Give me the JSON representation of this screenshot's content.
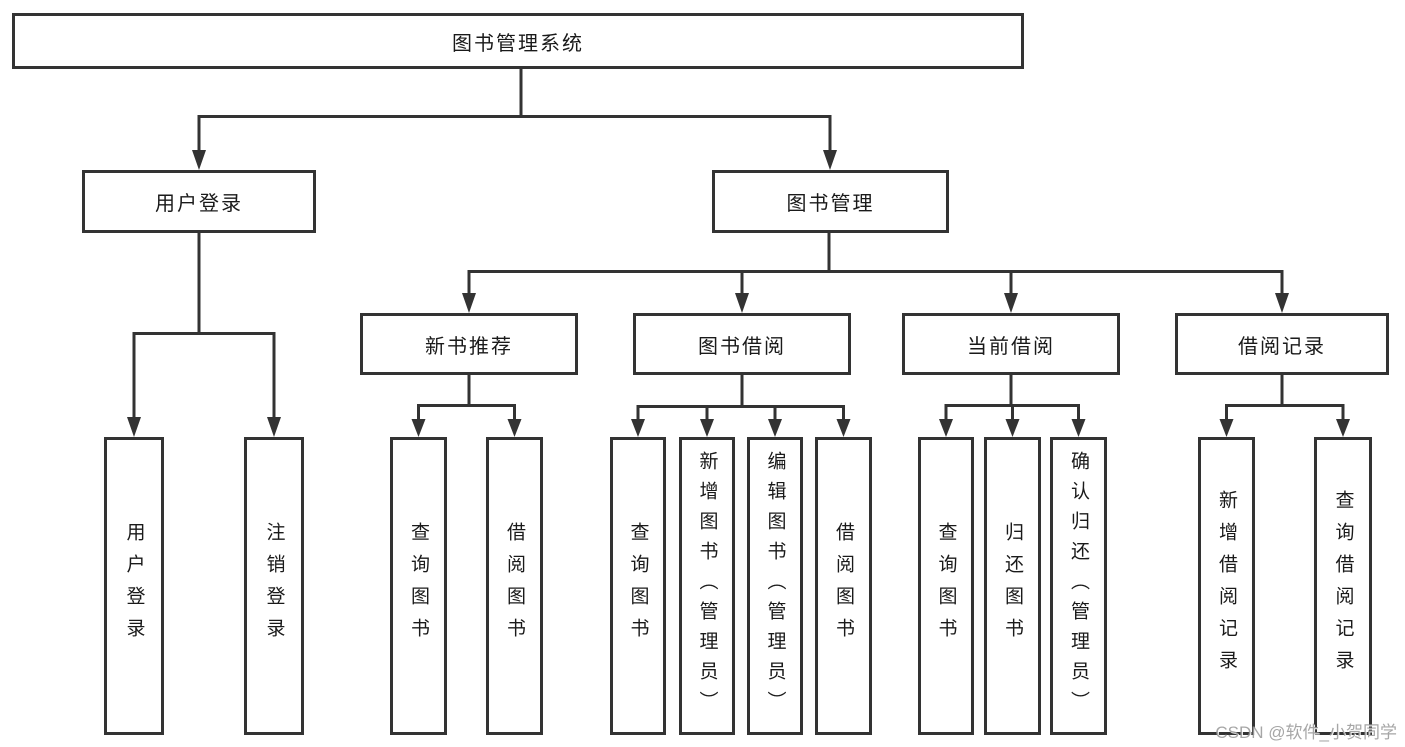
{
  "colors": {
    "line": "#333333",
    "box_border": "#333333",
    "text": "#1a1a1a",
    "watermark": "#969696",
    "background": "#ffffff"
  },
  "tree": {
    "label": "图书管理系统",
    "children": [
      {
        "label": "用户登录",
        "children": [
          {
            "label": "用户登录"
          },
          {
            "label": "注销登录"
          }
        ]
      },
      {
        "label": "图书管理",
        "children": [
          {
            "label": "新书推荐",
            "children": [
              {
                "label": "查询图书"
              },
              {
                "label": "借阅图书"
              }
            ]
          },
          {
            "label": "图书借阅",
            "children": [
              {
                "label": "查询图书"
              },
              {
                "label": "新增图书（管理员）"
              },
              {
                "label": "编辑图书（管理员）"
              },
              {
                "label": "借阅图书"
              }
            ]
          },
          {
            "label": "当前借阅",
            "children": [
              {
                "label": "查询图书"
              },
              {
                "label": "归还图书"
              },
              {
                "label": "确认归还（管理员）"
              }
            ]
          },
          {
            "label": "借阅记录",
            "children": [
              {
                "label": "新增借阅记录"
              },
              {
                "label": "查询借阅记录"
              }
            ]
          }
        ]
      }
    ]
  },
  "watermark": {
    "text": "CSDN @软件_小贺同学"
  }
}
